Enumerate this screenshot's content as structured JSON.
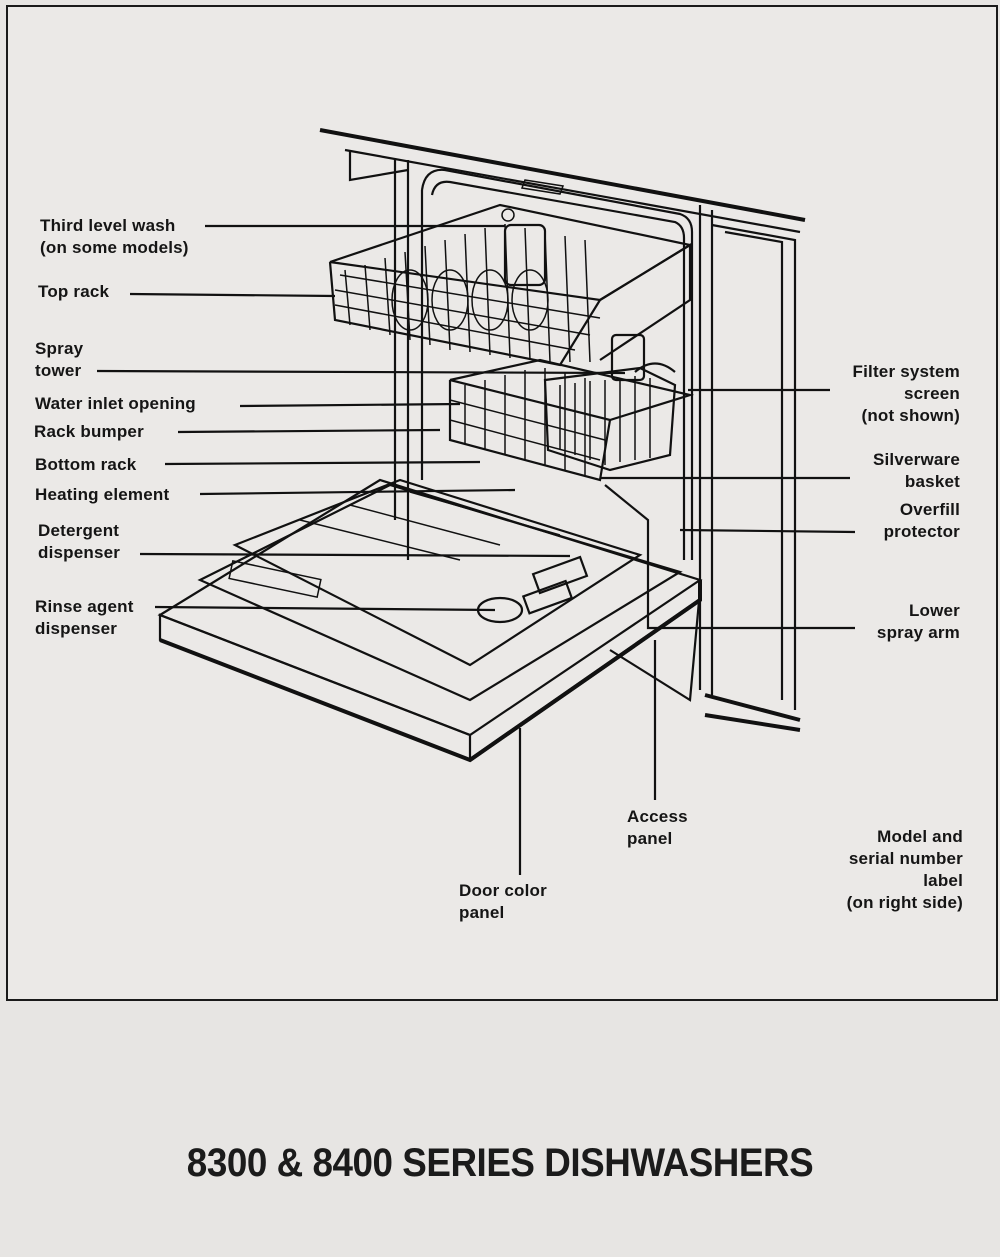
{
  "title": "8300 & 8400 SERIES DISHWASHERS",
  "labels": {
    "third_level_wash": "Third level wash\n(on some models)",
    "top_rack": "Top rack",
    "spray_tower": "Spray\ntower",
    "water_inlet": "Water inlet opening",
    "rack_bumper": "Rack bumper",
    "bottom_rack": "Bottom rack",
    "heating_element": "Heating element",
    "detergent_dispenser": "Detergent\ndispenser",
    "rinse_agent_dispenser": "Rinse agent\ndispenser",
    "filter_system_screen": "Filter system\nscreen\n(not shown)",
    "silverware_basket": "Silverware\nbasket",
    "overfill_protector": "Overfill\nprotector",
    "lower_spray_arm": "Lower\nspray arm",
    "access_panel": "Access\npanel",
    "door_color_panel": "Door color\npanel",
    "model_serial_label": "Model and\nserial number\nlabel\n(on right side)"
  },
  "colors": {
    "ink": "#111111",
    "paper": "#ebe9e7",
    "frame": "#1a1a1a"
  }
}
